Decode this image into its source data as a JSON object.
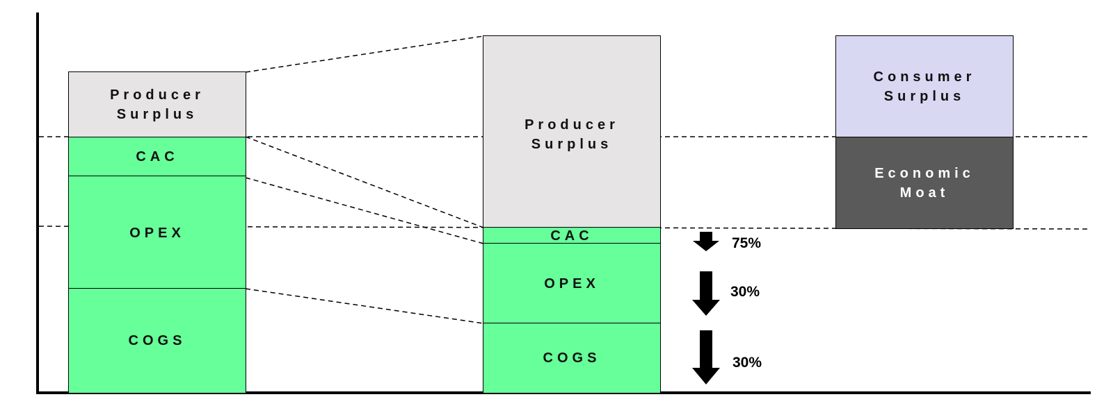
{
  "colors": {
    "producer_surplus": "#e6e4e5",
    "cost": "#66ff99",
    "consumer_surplus": "#d9d8f2",
    "economic_moat": "#5a5a5a"
  },
  "left_column": {
    "producer_surplus": "Producer\nSurplus",
    "cac": "CAC",
    "opex": "OPEX",
    "cogs": "COGS"
  },
  "middle_column": {
    "producer_surplus": "Producer\nSurplus",
    "cac": "CAC",
    "opex": "OPEX",
    "cogs": "COGS"
  },
  "right_column": {
    "consumer_surplus": "Consumer\nSurplus",
    "economic_moat": "Economic\nMoat"
  },
  "reductions": {
    "cac": "75%",
    "opex": "30%",
    "cogs": "30%"
  }
}
